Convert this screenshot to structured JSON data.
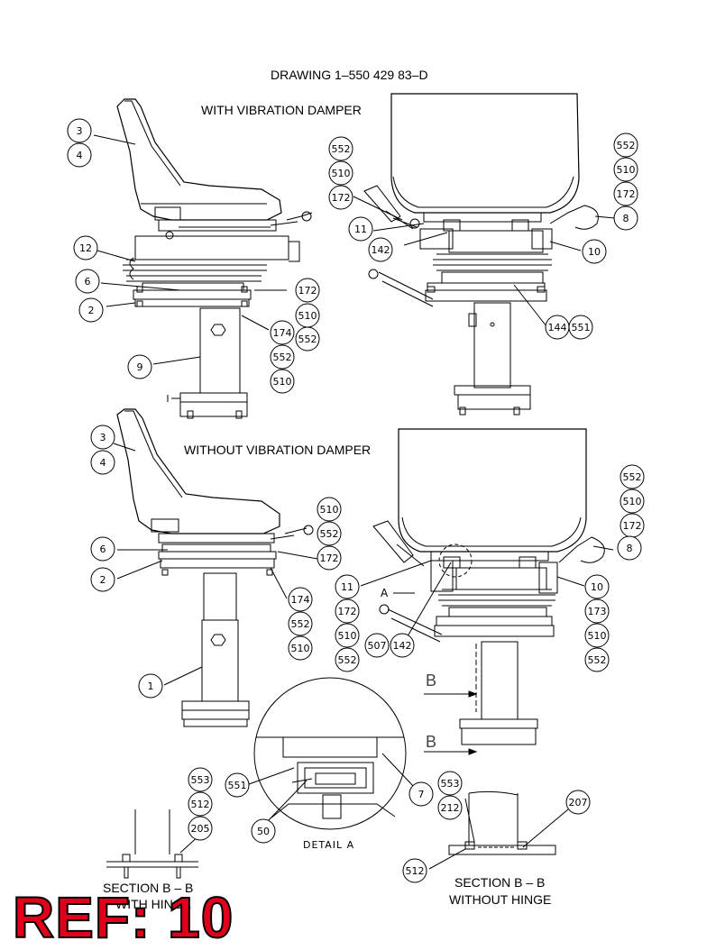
{
  "drawing_number": "DRAWING  1–550 429 83–D",
  "heading_with": "WITH VIBRATION DAMPER",
  "heading_without": "WITHOUT VIBRATION DAMPER",
  "detail_label": "DETAIL  A",
  "detail_marker": "A",
  "section_marker": "B",
  "section_with_line1": "SECTION  B – B",
  "section_with_line2": "WITH HINGE",
  "section_without_line1": "SECTION  B – B",
  "section_without_line2": "WITHOUT HINGE",
  "ref_badge": "REF: 10",
  "callouts": [
    "3",
    "4",
    "12",
    "6",
    "2",
    "9",
    "172",
    "510",
    "552",
    "174",
    "552",
    "510",
    "552",
    "510",
    "172",
    "11",
    "142",
    "552",
    "510",
    "172",
    "8",
    "10",
    "144",
    "551",
    "3",
    "4",
    "6",
    "2",
    "1",
    "510",
    "552",
    "172",
    "174",
    "552",
    "510",
    "552",
    "510",
    "172",
    "11",
    "172",
    "510",
    "552",
    "507",
    "142",
    "8",
    "10",
    "173",
    "510",
    "552",
    "553",
    "512",
    "205",
    "551",
    "50",
    "7",
    "553",
    "212",
    "207",
    "512"
  ]
}
